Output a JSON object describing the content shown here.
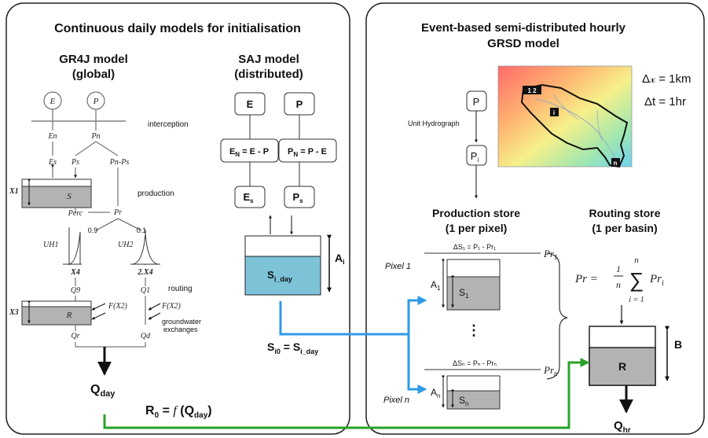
{
  "left_panel": {
    "title": "Continuous daily models for initialisation",
    "gr4j": {
      "title_line1": "GR4J model",
      "title_line2": "(global)",
      "E": "E",
      "P": "P",
      "En": "En",
      "Pn": "Pn",
      "Es": "Es",
      "Ps": "Ps",
      "PnPs": "Pn-Ps",
      "interception": "interception",
      "X1": "X1",
      "S": "S",
      "production": "production",
      "Perc": "Perc",
      "Pr": "Pr",
      "split_09": "0.9",
      "split_01": "0.1",
      "UH1": "UH1",
      "UH2": "UH2",
      "X4": "X4",
      "twoX4": "2.X4",
      "Q9": "Q9",
      "Q1": "Q1",
      "routing": "routing",
      "X3": "X3",
      "R": "R",
      "FX2_left": "F(X2)",
      "FX2_right": "F(X2)",
      "gw_line1": "groundwater",
      "gw_line2": "exchanges",
      "Qr": "Qr",
      "Qd": "Qd",
      "Qday_main": "Q",
      "Qday_sub": "day"
    },
    "saj": {
      "title_line1": "SAJ model",
      "title_line2": "(distributed)",
      "E": "E",
      "P": "P",
      "EN_eq_main": "E",
      "EN_eq_sub": "N",
      "EN_eq_rest": " = E - P",
      "PN_eq_main": "P",
      "PN_eq_sub": "N",
      "PN_eq_rest": " = P - E",
      "Es_main": "E",
      "Es_sub": "s",
      "Ps_main": "P",
      "Ps_sub": "s",
      "Ai_main": "A",
      "Ai_sub": "i",
      "Siday_main": "S",
      "Siday_sub": "i_day",
      "Si0_main": "S",
      "Si0_sub": "i0",
      "Si0_eq": " = S",
      "Si0_sub2": "i_day"
    },
    "R0_main": "R",
    "R0_sub": "0",
    "R0_eq": " = ",
    "R0_f": "f",
    "R0_paren_open": " (Q",
    "R0_qsub": "day",
    "R0_paren_close": ")"
  },
  "right_panel": {
    "title_line1": "Event-based semi-distributed hourly",
    "title_line2": "GRSD model",
    "dx_label": "Δ𝓍 = 1km",
    "dt_label": "Δt = 1hr",
    "map_label_12": "1 2",
    "map_label_i": "i",
    "map_label_n": "n",
    "P": "P",
    "unit_hydrograph": "Unit Hydrograph",
    "Pi_main": "P",
    "Pi_sub": "i",
    "production_title1": "Production store",
    "production_title2": "(1 per pixel)",
    "routing_title1": "Routing store",
    "routing_title2": "(1 per basin)",
    "pixel1": "Pixel 1",
    "pixeln": "Pixel n",
    "dS1_label": "ΔS₁ = P₁ - Pr₁",
    "dSn_label": "ΔSₙ = Pₙ - Prₙ",
    "A1_main": "A",
    "A1_sub": "1",
    "S1_main": "S",
    "S1_sub": "1",
    "An_main": "A",
    "An_sub": "n",
    "Sn_main": "S",
    "Sn_sub": "n",
    "Pr1_main": "Pr",
    "Pr1_sub": "1",
    "Prn_main": "Pr",
    "Prn_sub": "n",
    "dots": "⋮",
    "formula_Pr": "Pr =",
    "formula_num": "1",
    "formula_den": "n",
    "formula_sum": "∑",
    "formula_top": "n",
    "formula_bottom": "i = 1",
    "formula_term_main": "Pr",
    "formula_term_sub": "i",
    "B_label": "B",
    "R_label": "R",
    "Qhr_main": "Q",
    "Qhr_sub": "hr"
  },
  "colors": {
    "blue_arrow": "#2e9be6",
    "green_arrow": "#2aa12a",
    "store_blue": "#7cc3d8",
    "store_grey": "#b3b3b3"
  }
}
